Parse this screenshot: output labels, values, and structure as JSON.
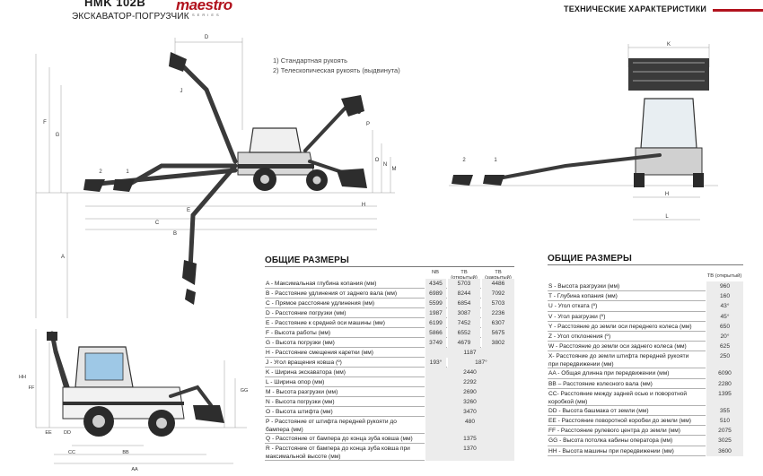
{
  "header": {
    "model": "HMK 102B",
    "subtitle": "ЭКСКАВАТОР-ПОГРУЗЧИК",
    "brand": "maestro",
    "brand_series": "SERIES",
    "section": "ТЕХНИЧЕСКИЕ ХАРАКТЕРИСТИКИ"
  },
  "notes": [
    "1) Стандартная рукоять",
    "2) Телескопическая рукоять (выдвинута)"
  ],
  "diagram_labels": {
    "left_dims": [
      "D",
      "F",
      "G",
      "A",
      "B",
      "C",
      "E",
      "H",
      "O",
      "N",
      "M",
      "P",
      "2",
      "1",
      "J"
    ],
    "right_dims": [
      "K",
      "2",
      "1",
      "H",
      "L"
    ],
    "bottom_dims": [
      "FF",
      "EE",
      "DD",
      "CC",
      "BB",
      "AA",
      "GG",
      "HH"
    ]
  },
  "table1": {
    "title": "ОБЩИЕ РАЗМЕРЫ",
    "columns": [
      "NB",
      "TB (открытый)",
      "TB (закрытый)"
    ],
    "rows": [
      {
        "label": "A - Максимальная глубина копания (мм)",
        "v": [
          "4345",
          "5703",
          "4486"
        ]
      },
      {
        "label": "B - Расстояние удлинения от заднего вала (мм)",
        "v": [
          "6989",
          "8244",
          "7092"
        ]
      },
      {
        "label": "C - Прямое расстояние удлинения (мм)",
        "v": [
          "5599",
          "6854",
          "5703"
        ]
      },
      {
        "label": "D - Расстояние погрузки (мм)",
        "v": [
          "1987",
          "3087",
          "2236"
        ]
      },
      {
        "label": "E - Расстояние к средней оси машины (мм)",
        "v": [
          "6199",
          "7452",
          "6307"
        ]
      },
      {
        "label": "F - Высота работы (мм)",
        "v": [
          "5866",
          "6552",
          "5675"
        ]
      },
      {
        "label": "G - Высота погрузки (мм)",
        "v": [
          "3749",
          "4679",
          "3802"
        ]
      },
      {
        "label": "H - Расстояние смещения каретки (мм)",
        "v": [
          "1187"
        ]
      },
      {
        "label": "J - Угол вращения ковша (º)",
        "v": [
          "193°",
          "187°"
        ]
      },
      {
        "label": "K - Ширина экскаватора (мм)",
        "v": [
          "2440"
        ]
      },
      {
        "label": "L - Ширина опор (мм)",
        "v": [
          "2292"
        ]
      },
      {
        "label": "M - Высота разгрузки (мм)",
        "v": [
          "2690"
        ]
      },
      {
        "label": "N - Высота погрузки (мм)",
        "v": [
          "3260"
        ]
      },
      {
        "label": "O - Высота штифта (мм)",
        "v": [
          "3470"
        ]
      },
      {
        "label": "P - Расстояние от штифта передней рукояти до",
        "label2": "бампера (мм)",
        "v": [
          "480"
        ]
      },
      {
        "label": "Q - Расстояние от бампера до конца зуба ковша (мм)",
        "v": [
          "1375"
        ]
      },
      {
        "label": "R - Расстояние от бампера до конца зуба ковша при",
        "label2": "максимальной высоте (мм)",
        "v": [
          "1370"
        ]
      }
    ]
  },
  "table2": {
    "title": "ОБЩИЕ РАЗМЕРЫ",
    "column": "TB (открытый)",
    "rows": [
      {
        "label": "S - Высота разгрузки (мм)",
        "v": "960"
      },
      {
        "label": "T - Глубина копания (мм)",
        "v": "160"
      },
      {
        "label": "U - Угол отката (º)",
        "v": "43°"
      },
      {
        "label": "V - Угол разгрузки (º)",
        "v": "45°"
      },
      {
        "label": "Y - Расстояние до земли оси переднего колеса (мм)",
        "v": "650"
      },
      {
        "label": "Z - Угол отклонения (º)",
        "v": "20°"
      },
      {
        "label": "W - Расстояние до земли оси заднего колеса (мм)",
        "v": "625"
      },
      {
        "label": "X- Расстояние до земли штифта передней рукояти",
        "label2": "при передвижении (мм)",
        "v": "250"
      },
      {
        "label": "AA - Общая длинна при передвижении (мм)",
        "v": "6090"
      },
      {
        "label": "BB – Расстояние колесного вала (мм)",
        "v": "2280"
      },
      {
        "label": "CC- Расстояние между задней осью и поворотной",
        "label2": "коробкой (мм)",
        "v": "1395"
      },
      {
        "label": "DD - Высота башмака от земли (мм)",
        "v": "355"
      },
      {
        "label": "EE - Расстояние поворотной коробки до земли (мм)",
        "v": "510"
      },
      {
        "label": "FF - Расстояние рулевого центра до земли  (мм)",
        "v": "2075"
      },
      {
        "label": "GG - Высота потолка кабины оператора (мм)",
        "v": "3025"
      },
      {
        "label": "HH - Высота машины при передвижении (мм)",
        "v": "3600"
      }
    ]
  }
}
